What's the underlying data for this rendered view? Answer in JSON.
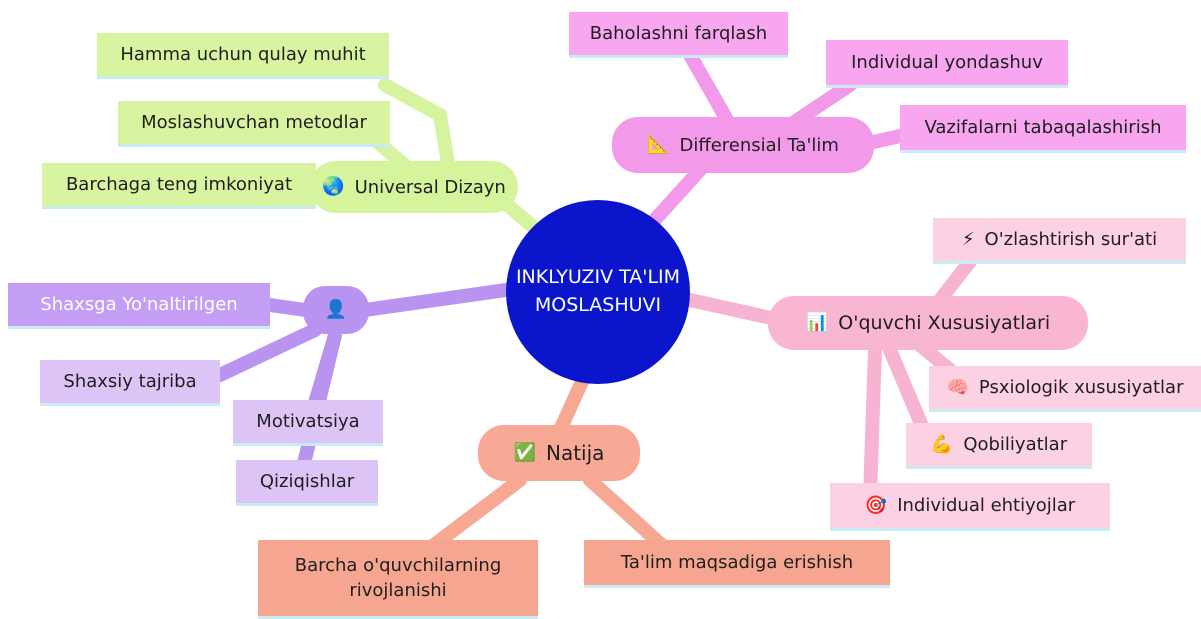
{
  "center": {
    "line1": "INKLYUZIV TA'LIM",
    "line2": "MOSLASHUVI"
  },
  "colors": {
    "center": "#0b16cc",
    "green": "#d5f49b",
    "pink": "#f29ae9",
    "rose": "#f9b6d3",
    "purple": "#b993f0",
    "salmon": "#f8a995"
  },
  "universal": {
    "label": "Universal Dizayn",
    "icon": "globe-icon",
    "icon_glyph": "🌏",
    "items": [
      "Hamma uchun qulay muhit",
      "Moslashuvchan metodlar",
      "Barchaga teng imkoniyat"
    ]
  },
  "differensial": {
    "label": "Differensial Ta'lim",
    "icon": "triangle-ruler-icon",
    "icon_glyph": "📐",
    "items": [
      "Baholashni farqlash",
      "Individual yondashuv",
      "Vazifalarni tabaqalashirish"
    ]
  },
  "oquvchi": {
    "label": "O'quvchi Xususiyatlari",
    "icon": "bar-chart-icon",
    "icon_glyph": "📊",
    "items": [
      {
        "icon": "lightning-icon",
        "glyph": "⚡",
        "label": "O'zlashtirish sur'ati"
      },
      {
        "icon": "brain-icon",
        "glyph": "🧠",
        "label": "Psxiologik xususiyatlar"
      },
      {
        "icon": "flexed-arm-icon",
        "glyph": "💪",
        "label": "Qobiliyatlar"
      },
      {
        "icon": "target-icon",
        "glyph": "🎯",
        "label": "Individual ehtiyojlar"
      }
    ]
  },
  "shaxsga": {
    "label": "Shaxsga Yo'naltirilgen",
    "icon": "person-icon",
    "icon_glyph": "👤",
    "items": [
      "Shaxsiy tajriba",
      "Motivatsiya",
      "Qiziqishlar"
    ]
  },
  "natija": {
    "label": "Natija",
    "icon": "check-mark-icon",
    "icon_glyph": "✅",
    "items": [
      {
        "line1": "Barcha o'quvchilarning",
        "line2": "rivojlanishi"
      },
      "Ta'lim maqsadiga erishish"
    ]
  }
}
